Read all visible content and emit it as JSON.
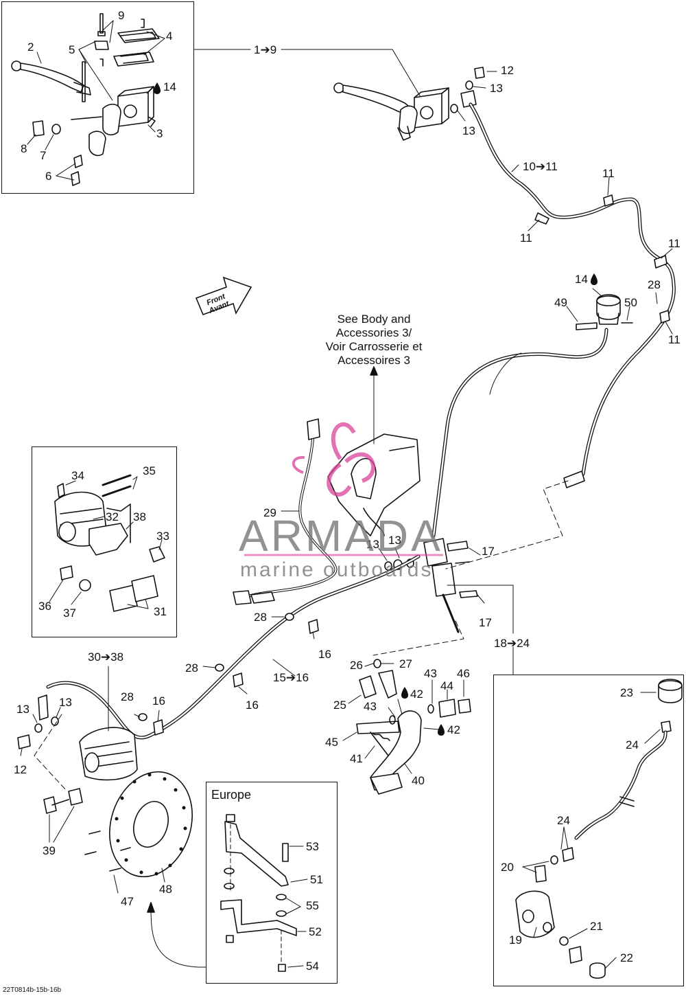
{
  "labels": {
    "l2": "2",
    "l5": "5",
    "l9": "9",
    "l4": "4",
    "l14a": "14",
    "l3": "3",
    "l8": "8",
    "l7": "7",
    "l6": "6",
    "l1to9": "1➔9",
    "l12a": "12",
    "l13a": "13",
    "l13b": "13",
    "l10to11": "10➔11",
    "l11a": "11",
    "l11b": "11",
    "l11c": "11",
    "l11d": "11",
    "l14b": "14",
    "l49": "49",
    "l50": "50",
    "l28a": "28",
    "l29": "29",
    "l13c": "13",
    "l13d": "13",
    "l17a": "17",
    "l17b": "17",
    "l18to24": "18➔24",
    "l34": "34",
    "l35": "35",
    "l32": "32",
    "l38": "38",
    "l33": "33",
    "l36": "36",
    "l37": "37",
    "l31": "31",
    "l30to38": "30➔38",
    "l28b": "28",
    "l16a": "16",
    "l28c": "28",
    "l15to16": "15➔16",
    "l16b": "16",
    "l28d": "28",
    "l16c": "16",
    "l13e": "13",
    "l13f": "13",
    "l12b": "12",
    "l26": "26",
    "l27": "27",
    "l43a": "43",
    "l46": "46",
    "l44": "44",
    "l25": "25",
    "l43b": "43",
    "l42a": "42",
    "l42b": "42",
    "l45": "45",
    "l41": "41",
    "l40": "40",
    "l39": "39",
    "l47": "47",
    "l48": "48",
    "l53": "53",
    "l51": "51",
    "l55": "55",
    "l52": "52",
    "l54": "54",
    "l23": "23",
    "l24a": "24",
    "l24b": "24",
    "l20": "20",
    "l21": "21",
    "l19": "19",
    "l22": "22"
  },
  "see_body": [
    "See Body and",
    "Accessories 3/",
    "Voir Carrosserie et",
    "Accessoires 3"
  ],
  "front": [
    "Front",
    "Avant"
  ],
  "europe": "Europe",
  "watermark": {
    "brand": "ARMADA",
    "tagline": "marine outboards"
  },
  "ref_code": "22T0814b-15b-16b",
  "colors": {
    "ink": "#111111",
    "watermark_gray": "#808080",
    "watermark_pink": "#d9449a"
  },
  "icons": {
    "fluid": "oil-drop-icon",
    "direction": "front-arrow-icon"
  }
}
